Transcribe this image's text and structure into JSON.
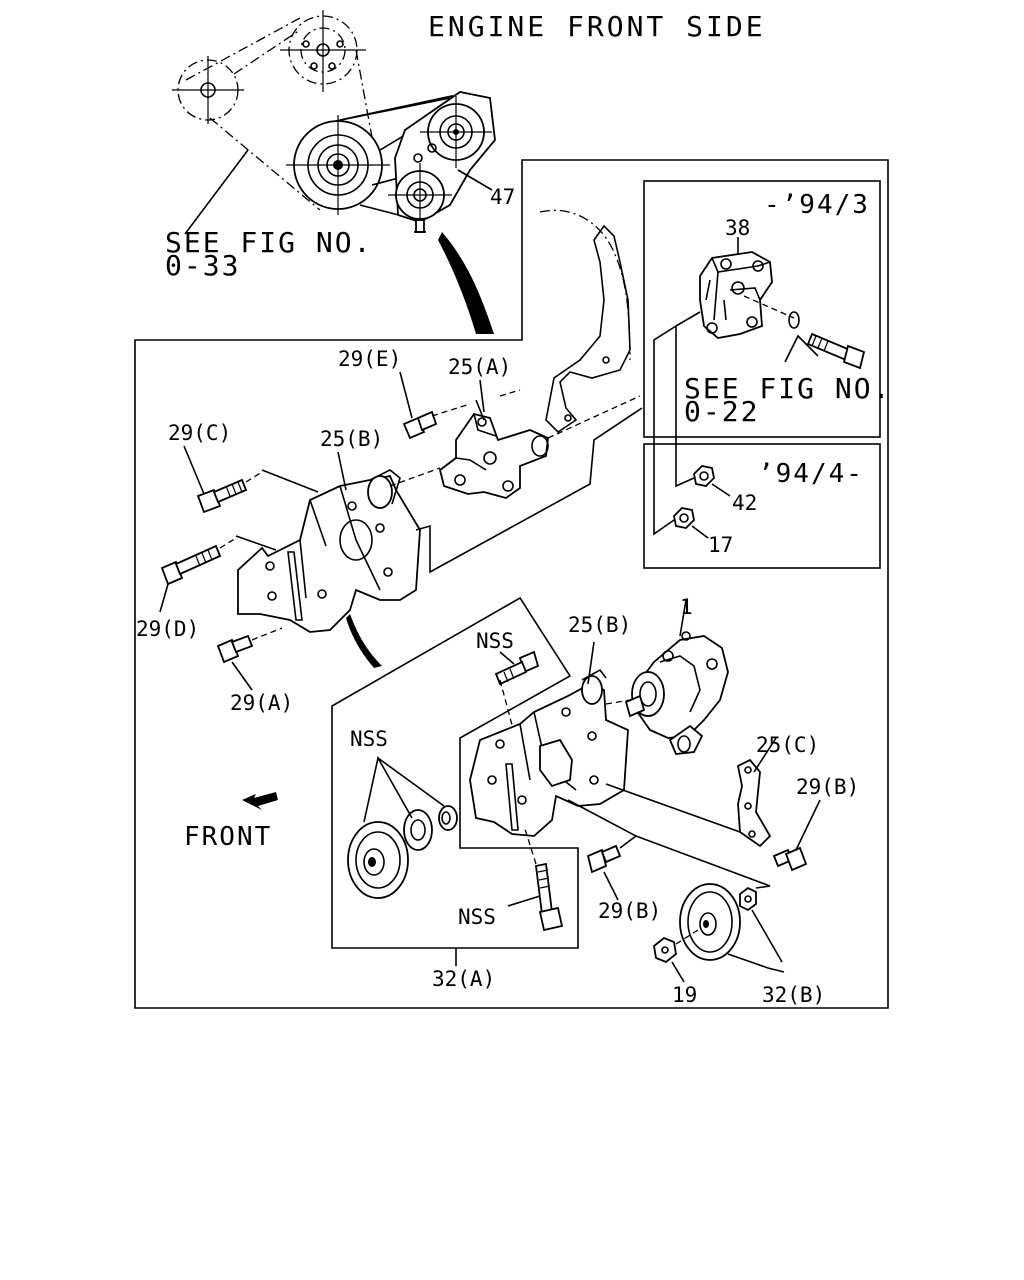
{
  "title": "ENGINE FRONT SIDE",
  "refs": {
    "see_fig_top_line1": "SEE FIG NO.",
    "see_fig_top_line2": "0-33",
    "see_fig_inset_line1": "SEE FIG NO.",
    "see_fig_inset_line2": "0-22"
  },
  "applicability": {
    "upto": "-’94/3",
    "from": "’94/4-"
  },
  "direction_label": "FRONT",
  "callouts": {
    "p47": "47",
    "p38": "38",
    "p42": "42",
    "p17": "17",
    "p29E": "29(E)",
    "p25A": "25(A)",
    "p29C": "29(C)",
    "p25B_top": "25(B)",
    "p29D": "29(D)",
    "p29A": "29(A)",
    "p1": "1",
    "p25B_bottom": "25(B)",
    "nss_top": "NSS",
    "nss_left": "NSS",
    "nss_bolt": "NSS",
    "p25C": "25(C)",
    "p29B_right": "29(B)",
    "p29B_mid": "29(B)",
    "p32A": "32(A)",
    "p19": "19",
    "p32B": "32(B)"
  }
}
